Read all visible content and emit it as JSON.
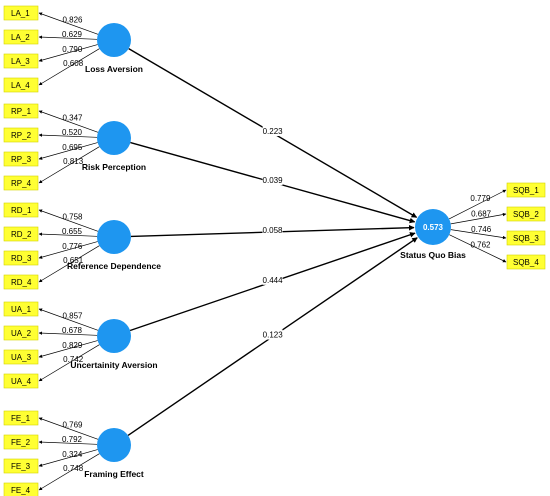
{
  "constructs": [
    {
      "id": "la",
      "label": "Loss Aversion",
      "indicators": [
        {
          "name": "LA_1",
          "loading": "0.826"
        },
        {
          "name": "LA_2",
          "loading": "0.629"
        },
        {
          "name": "LA_3",
          "loading": "0.790"
        },
        {
          "name": "LA_4",
          "loading": "0.608"
        }
      ],
      "path_coef": "0.223"
    },
    {
      "id": "rp",
      "label": "Risk Perception",
      "indicators": [
        {
          "name": "RP_1",
          "loading": "0.347"
        },
        {
          "name": "RP_2",
          "loading": "0.520"
        },
        {
          "name": "RP_3",
          "loading": "0.695"
        },
        {
          "name": "RP_4",
          "loading": "0.813"
        }
      ],
      "path_coef": "0.039"
    },
    {
      "id": "rd",
      "label": "Reference Dependence",
      "indicators": [
        {
          "name": "RD_1",
          "loading": "0.758"
        },
        {
          "name": "RD_2",
          "loading": "0.655"
        },
        {
          "name": "RD_3",
          "loading": "0.776"
        },
        {
          "name": "RD_4",
          "loading": "0.651"
        }
      ],
      "path_coef": "0.058"
    },
    {
      "id": "ua",
      "label": "Uncertainity Aversion",
      "indicators": [
        {
          "name": "UA_1",
          "loading": "0.857"
        },
        {
          "name": "UA_2",
          "loading": "0.678"
        },
        {
          "name": "UA_3",
          "loading": "0.829"
        },
        {
          "name": "UA_4",
          "loading": "0.742"
        }
      ],
      "path_coef": "0.444"
    },
    {
      "id": "fe",
      "label": "Framing Effect",
      "indicators": [
        {
          "name": "FE_1",
          "loading": "0.769"
        },
        {
          "name": "FE_2",
          "loading": "0.792"
        },
        {
          "name": "FE_3",
          "loading": "0.324"
        },
        {
          "name": "FE_4",
          "loading": "0.748"
        }
      ],
      "path_coef": "0.123"
    }
  ],
  "outcome": {
    "label": "Status Quo Bias",
    "r_squared": "0.573",
    "indicators": [
      {
        "name": "SQB_1",
        "loading": "0.779"
      },
      {
        "name": "SQB_2",
        "loading": "0.687"
      },
      {
        "name": "SQB_3",
        "loading": "0.746"
      },
      {
        "name": "SQB_4",
        "loading": "0.762"
      }
    ]
  },
  "colors": {
    "latent": "#1e96f0",
    "indicator": "#ffff33",
    "line": "#000000"
  }
}
